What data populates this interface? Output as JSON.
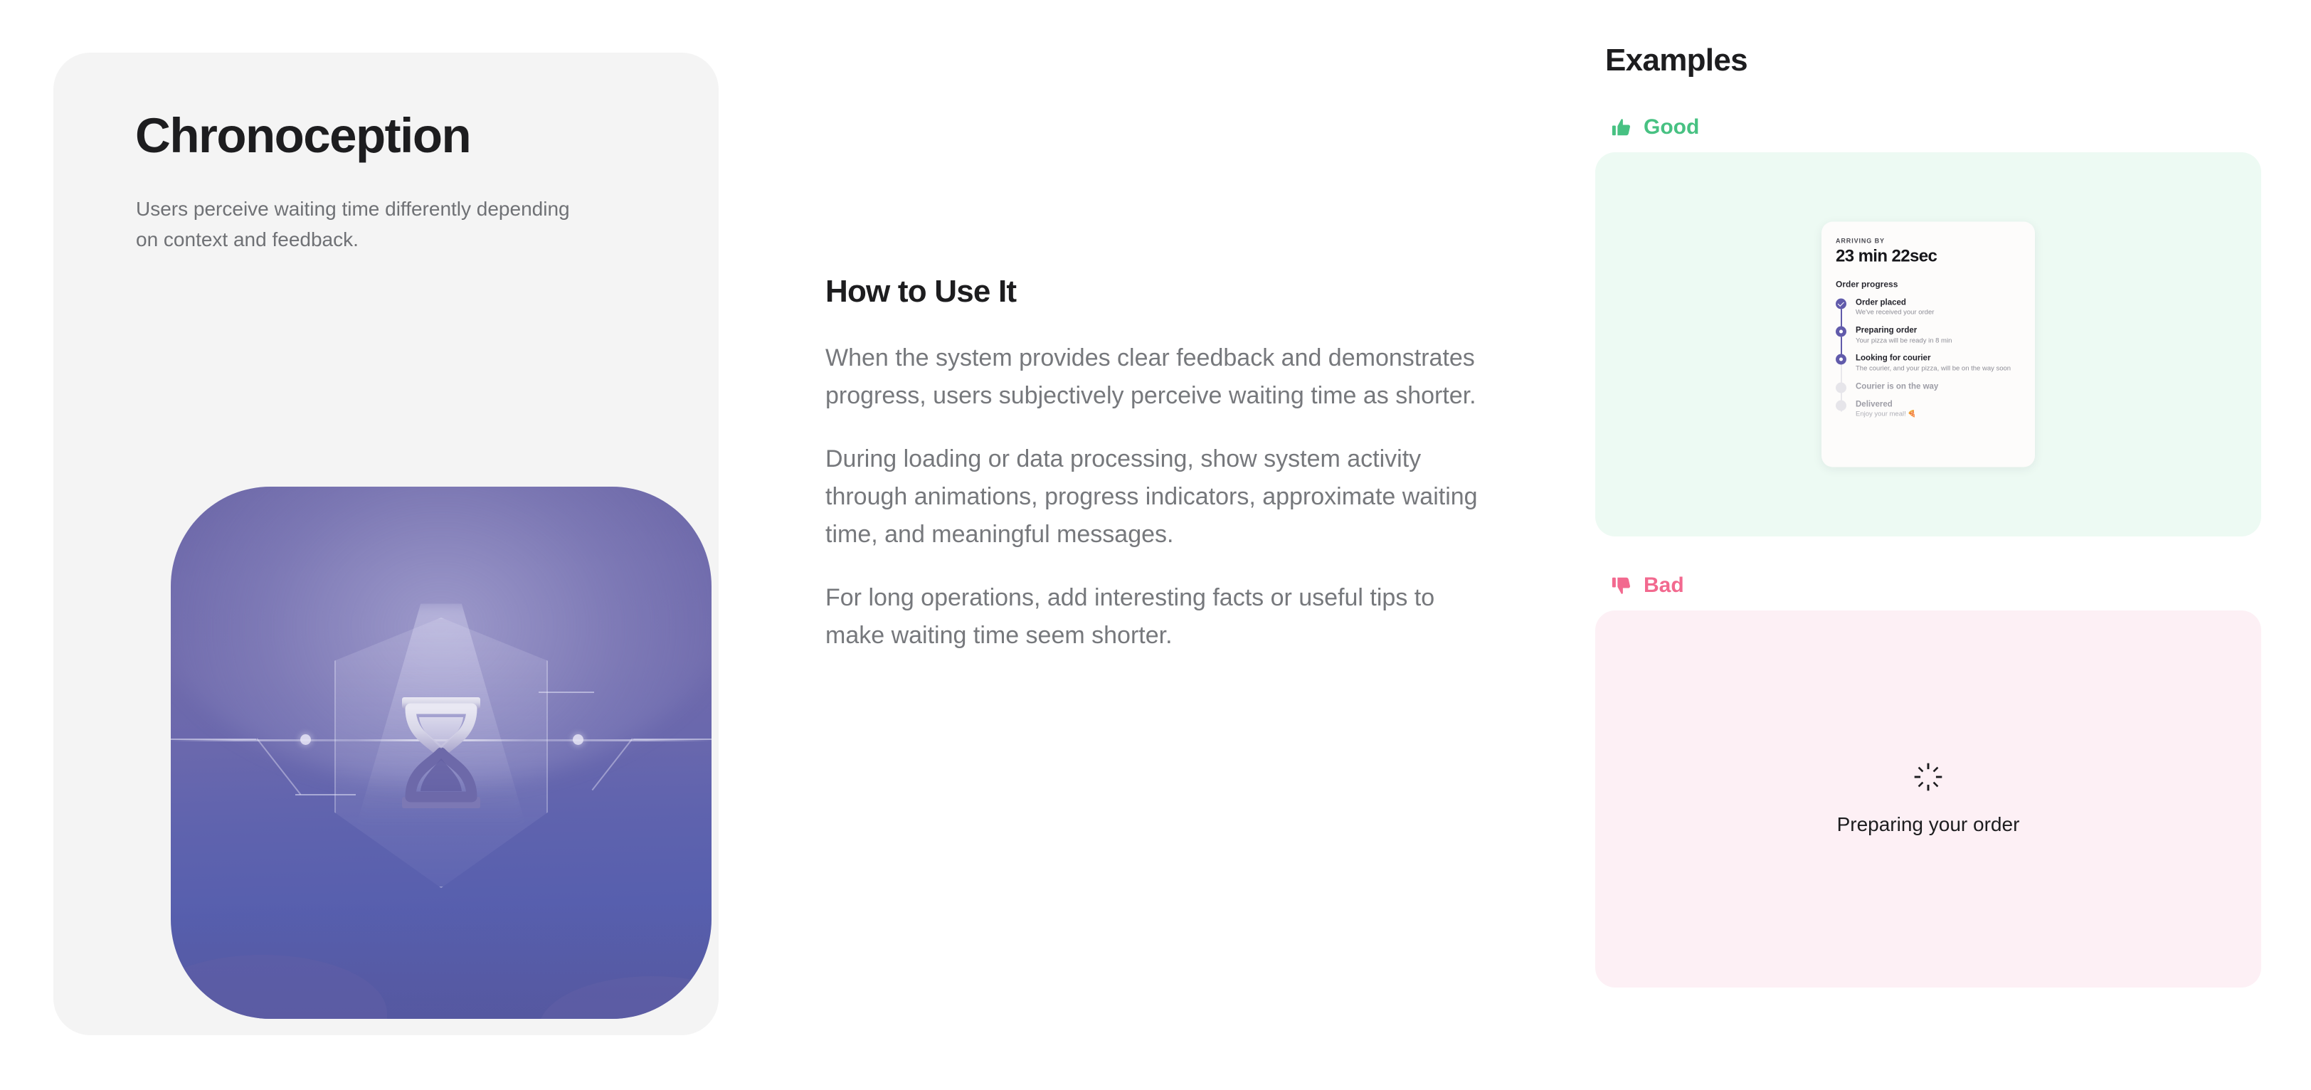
{
  "concept": {
    "title": "Chronoception",
    "description": "Users perceive waiting time differently depending on context and feedback.",
    "illustration_icon": "hourglass-icon"
  },
  "howto": {
    "heading": "How to Use It",
    "paragraphs": [
      "When the system provides clear feedback and demonstrates progress, users subjectively perceive waiting time as shorter.",
      "During loading or data processing, show system activity through animations, progress indicators, approximate waiting time, and meaningful messages.",
      "For long operations, add interesting facts or useful tips to make waiting time seem shorter."
    ]
  },
  "examples": {
    "heading": "Examples",
    "good": {
      "label": "Good",
      "icon": "thumbs-up-icon",
      "color": "#47c182",
      "card_bg": "#edfaf3",
      "mock": {
        "arriving_label": "ARRIVING BY",
        "arriving_time": "23 min 22sec",
        "progress_title": "Order progress",
        "steps": [
          {
            "title": "Order placed",
            "sub": "We've received your order",
            "state": "done"
          },
          {
            "title": "Preparing order",
            "sub": "Your pizza will be ready in 8 min",
            "state": "active"
          },
          {
            "title": "Looking for courier",
            "sub": "The courier, and your pizza, will be on the way soon",
            "state": "active"
          },
          {
            "title": "Courier is on the way",
            "sub": "",
            "state": "pending"
          },
          {
            "title": "Delivered",
            "sub": "Enjoy your meal! 🍕",
            "state": "pending"
          }
        ]
      }
    },
    "bad": {
      "label": "Bad",
      "icon": "thumbs-down-icon",
      "color": "#f2698f",
      "card_bg": "#fdf0f5",
      "mock": {
        "spinner_icon": "loading-spinner-icon",
        "text": "Preparing your order"
      }
    }
  }
}
